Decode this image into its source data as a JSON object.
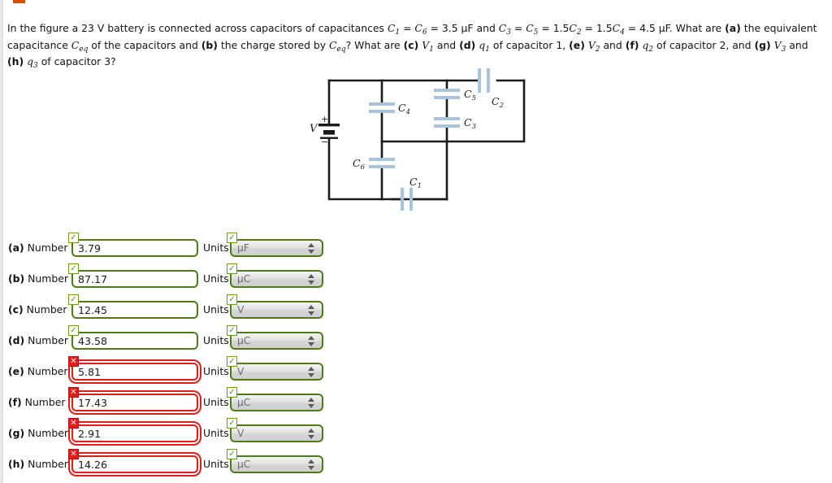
{
  "page": {
    "orange_sliver_color": "#d94f00",
    "accent_ok_color": "#4f7b16",
    "accent_bad_color": "#e41b17",
    "capacitor_plate_color": "#a8c3da"
  },
  "problem": {
    "line1_a": "In the figure a 23 V battery is connected across capacitors of capacitances ",
    "c1": "C",
    "c1_sub": "1",
    "eq1": " = ",
    "c6": "C",
    "c6_sub": "6",
    "eq2": " = 3.5 µF and ",
    "c3": "C",
    "c3_sub": "3",
    "eq3": " = ",
    "c5": "C",
    "c5_sub": "5",
    "eq4": " = 1.5",
    "c2": "C",
    "c2_sub": "2",
    "eq5": " = 1.5",
    "c4": "C",
    "c4_sub": "4",
    "eq6": " = 4.5 µF. What are ",
    "tag_a": "(a)",
    "text_a": " the equivalent capacitance ",
    "ceq1": "C",
    "ceq1_sub": "eq",
    "text_b0": " of the capacitors and ",
    "tag_b": "(b)",
    "text_b": " the charge stored by ",
    "ceq2": "C",
    "ceq2_sub": "eq",
    "text_c0": "? What are ",
    "tag_c": "(c)",
    "v1": "V",
    "v1_sub": "1",
    "text_and1": " and ",
    "tag_d": "(d)",
    "q1": "q",
    "q1_sub": "1",
    "text_cap1": " of capacitor 1, ",
    "tag_e": "(e)",
    "v2": "V",
    "v2_sub": "2",
    "text_and2": " and ",
    "tag_f": "(f)",
    "q2": "q",
    "q2_sub": "2",
    "text_cap2": " of capacitor 2, and ",
    "tag_g": "(g)",
    "v3": "V",
    "v3_sub": "3",
    "text_and3": " and ",
    "tag_h": "(h)",
    "q3": "q",
    "q3_sub": "3",
    "text_cap3": " of capacitor 3?"
  },
  "circuit": {
    "source_label": "V",
    "source_plus": "+",
    "source_minus": "−",
    "labels": [
      {
        "name": "C",
        "sub": "1"
      },
      {
        "name": "C",
        "sub": "2"
      },
      {
        "name": "C",
        "sub": "3"
      },
      {
        "name": "C",
        "sub": "4"
      },
      {
        "name": "C",
        "sub": "5"
      },
      {
        "name": "C",
        "sub": "6"
      }
    ]
  },
  "answers": {
    "number_label": "Number",
    "units_label": "Units",
    "rows": [
      {
        "tag": "(a)",
        "value": "3.79",
        "number_status": "ok",
        "units": "µF",
        "units_status": "ok"
      },
      {
        "tag": "(b)",
        "value": "87.17",
        "number_status": "ok",
        "units": "µC",
        "units_status": "ok"
      },
      {
        "tag": "(c)",
        "value": "12.45",
        "number_status": "ok",
        "units": "V",
        "units_status": "ok"
      },
      {
        "tag": "(d)",
        "value": "43.58",
        "number_status": "ok",
        "units": "µC",
        "units_status": "ok"
      },
      {
        "tag": "(e)",
        "value": "5.81",
        "number_status": "bad",
        "units": "V",
        "units_status": "ok"
      },
      {
        "tag": "(f)",
        "value": "17.43",
        "number_status": "bad",
        "units": "µC",
        "units_status": "ok"
      },
      {
        "tag": "(g)",
        "value": "2.91",
        "number_status": "bad",
        "units": "V",
        "units_status": "ok"
      },
      {
        "tag": "(h)",
        "value": "14.26",
        "number_status": "bad",
        "units": "µC",
        "units_status": "ok"
      }
    ],
    "badge_ok_glyph": "✓",
    "badge_bad_glyph": "✕"
  }
}
